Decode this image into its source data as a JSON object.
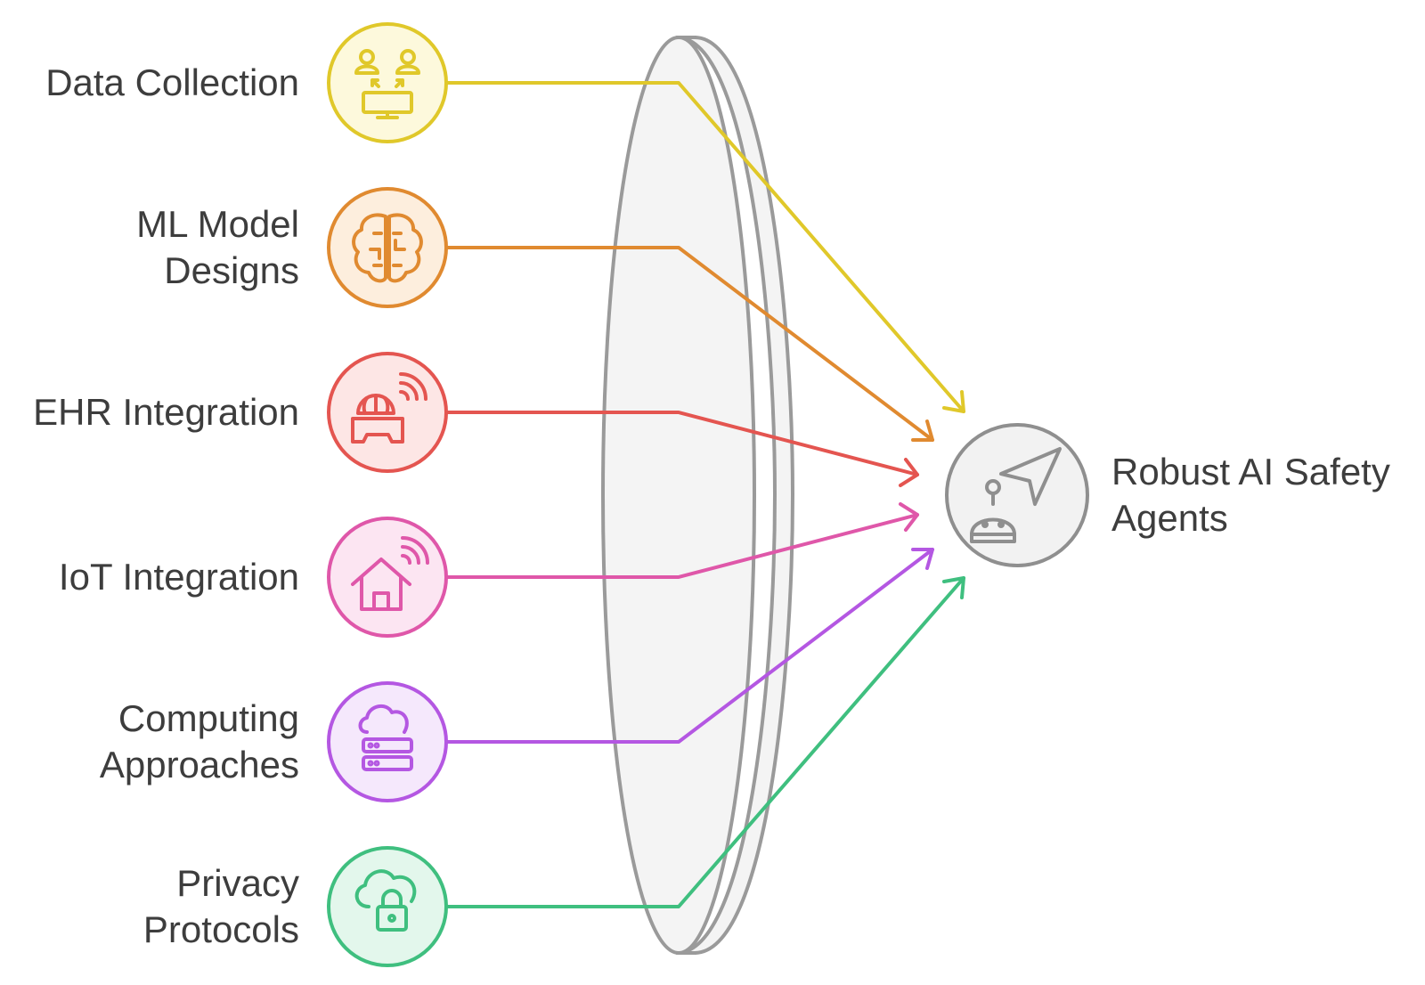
{
  "inputs": [
    {
      "lines": [
        "Data Collection"
      ],
      "color": "#e0c82a",
      "fill": "#fdf9dc",
      "icon": "users-exchange-monitor-icon"
    },
    {
      "lines": [
        "ML Model",
        "Designs"
      ],
      "color": "#e08a30",
      "fill": "#fdeedd",
      "icon": "brain-circuit-icon"
    },
    {
      "lines": [
        "EHR Integration"
      ],
      "color": "#e45550",
      "fill": "#fde6e5",
      "icon": "globe-vr-signal-icon"
    },
    {
      "lines": [
        "IoT Integration"
      ],
      "color": "#df57a9",
      "fill": "#fce5f2",
      "icon": "smart-home-icon"
    },
    {
      "lines": [
        "Computing",
        "Approaches"
      ],
      "color": "#b457e2",
      "fill": "#f5e8fc",
      "icon": "cloud-server-icon"
    },
    {
      "lines": [
        "Privacy",
        "Protocols"
      ],
      "color": "#3fbf7f",
      "fill": "#e3f7ec",
      "icon": "cloud-lock-icon"
    }
  ],
  "output": {
    "lines": [
      "Robust AI Safety",
      "Agents"
    ],
    "color": "#8f8f8f",
    "fill": "#f2f2f2",
    "icon": "robot-navigation-icon"
  },
  "lens": {
    "stroke": "#9a9a9a",
    "fill": "#f4f4f4"
  }
}
